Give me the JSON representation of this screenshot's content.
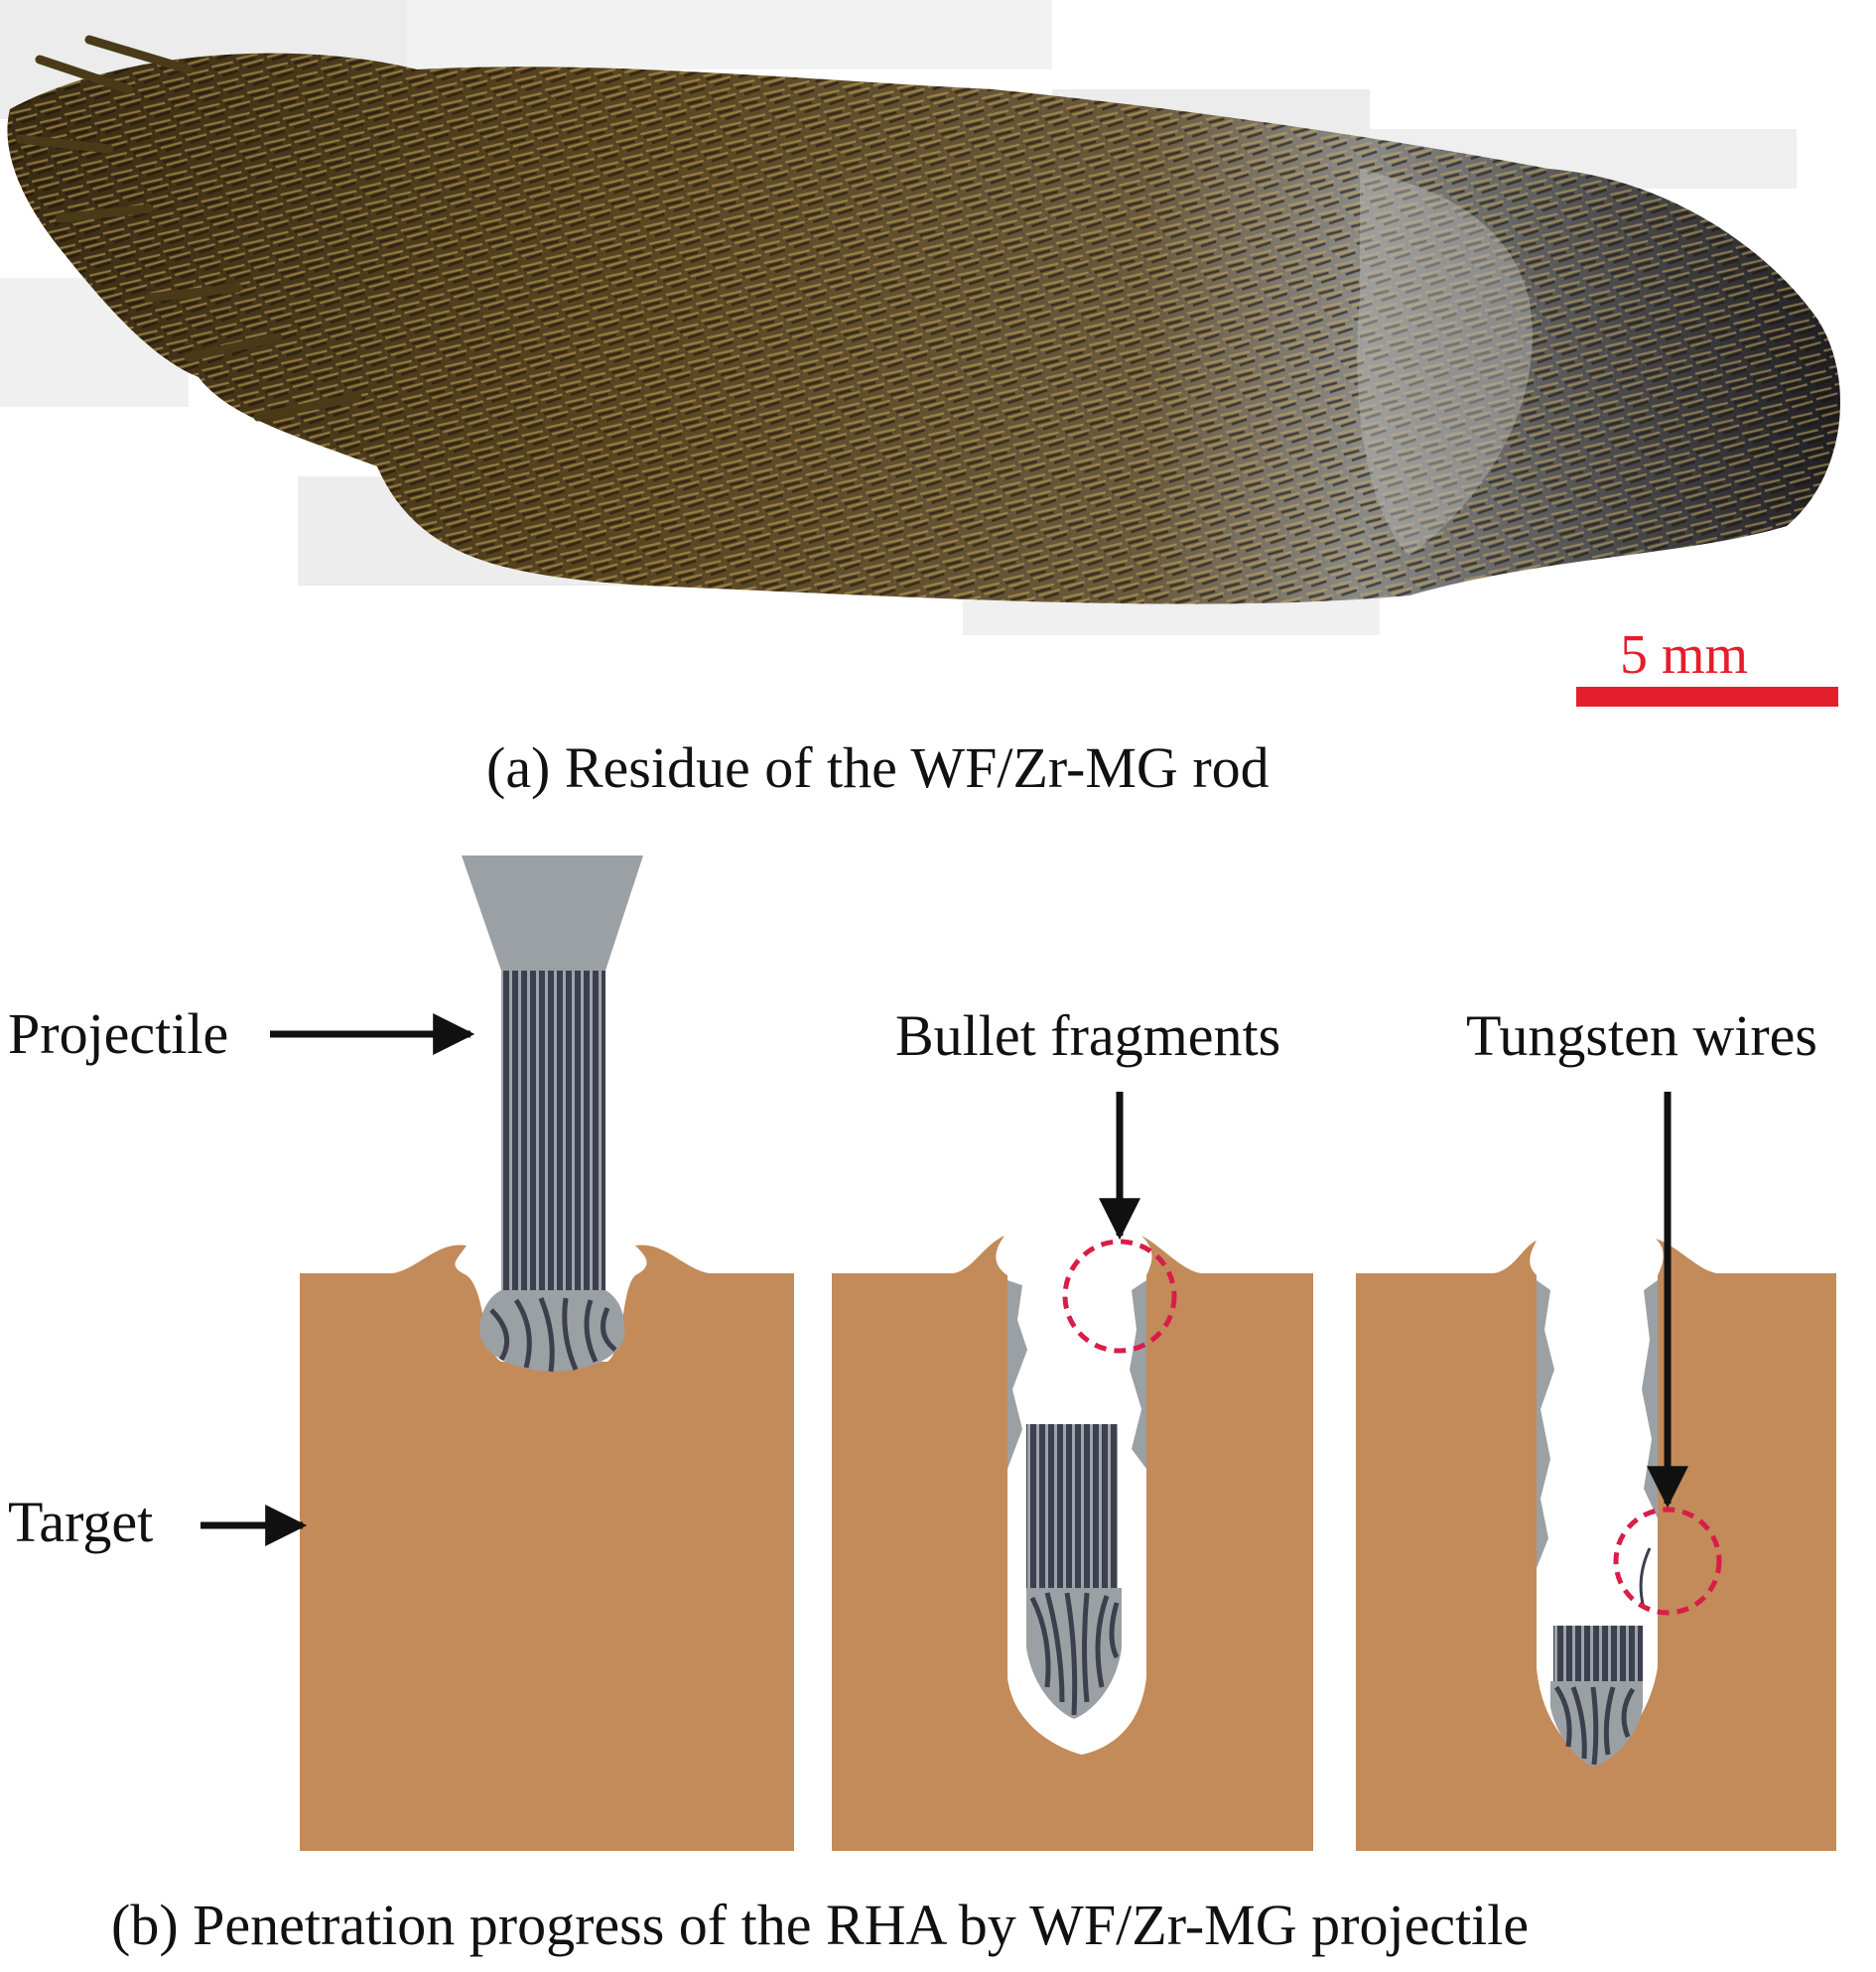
{
  "panel_a": {
    "caption": "(a) Residue of the WF/Zr-MG rod",
    "scale_bar": "5 mm"
  },
  "panel_b": {
    "caption": "(b) Penetration progress of the RHA by WF/Zr-MG projectile",
    "labels": {
      "projectile": "Projectile",
      "target": "Target",
      "bullet_fragments": "Bullet fragments",
      "tungsten_wires": "Tungsten wires"
    }
  },
  "colors": {
    "target": "#c38a5a",
    "projectile_gray": "#9ba0a4",
    "wire_dark": "#3c3f4c",
    "highlight_circle": "#d81d4a",
    "scale_bar": "#e41f2b"
  }
}
